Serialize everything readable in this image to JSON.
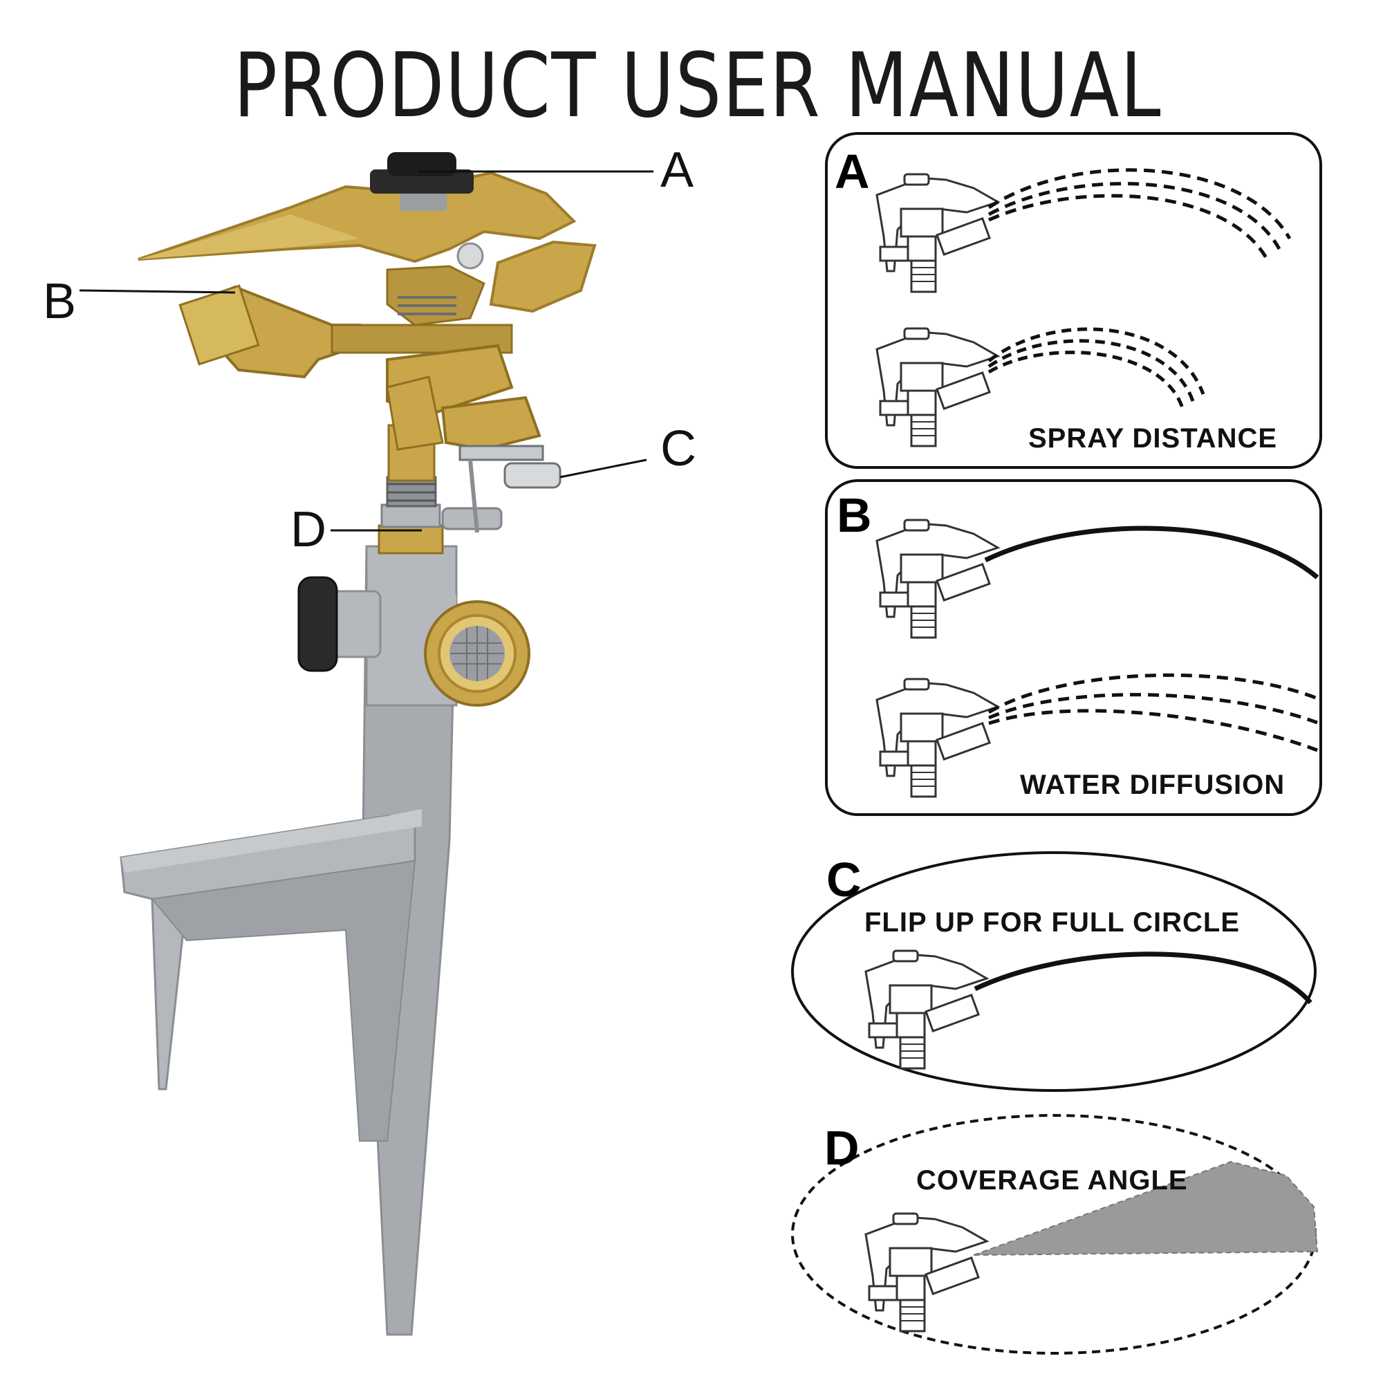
{
  "title": "PRODUCT USER MANUAL",
  "callouts": {
    "a": "A",
    "b": "B",
    "c": "C",
    "d": "D"
  },
  "panels": [
    {
      "letter": "A",
      "caption": "SPRAY DISTANCE"
    },
    {
      "letter": "B",
      "caption": "WATER DIFFUSION"
    },
    {
      "letter": "C",
      "caption": "FLIP UP FOR FULL CIRCLE"
    },
    {
      "letter": "D",
      "caption": "COVERAGE ANGLE"
    }
  ],
  "colors": {
    "brass": "#c9a64a",
    "brass_dark": "#9e7c2a",
    "silver": "#a9adb1",
    "silver_dark": "#7f8387",
    "black": "#1c1c1c",
    "coverage_fill": "#9a9a9a"
  }
}
